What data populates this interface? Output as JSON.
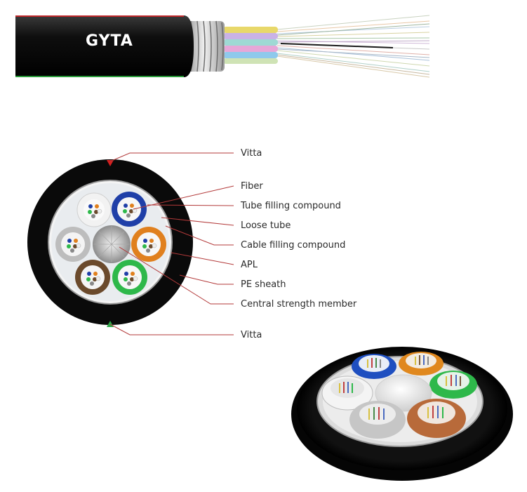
{
  "cable_brand": "GYTA",
  "labels": {
    "vitta_top": "Vitta",
    "fiber": "Fiber",
    "tube_filling_compound": "Tube filling compound",
    "loose_tube": "Loose tube",
    "cable_filling_compound": "Cable filling compound",
    "apl": "APL",
    "pe_sheath": "PE sheath",
    "central_strength_member": "Central strength member",
    "vitta_bottom": "Vitta"
  },
  "colors": {
    "sheath": "#0d0d0d",
    "leader_line": "#b33a3a",
    "vitta_top": "#d42020",
    "vitta_bottom": "#2fa84a",
    "tube_blue": "#1f3fa8",
    "tube_orange": "#e0801e",
    "tube_green": "#2eb84a",
    "tube_brown": "#6b4a2c",
    "tube_gray": "#b9b9b9",
    "tube_white": "#f2f2f2",
    "cable_filling": "#e9ecef"
  }
}
